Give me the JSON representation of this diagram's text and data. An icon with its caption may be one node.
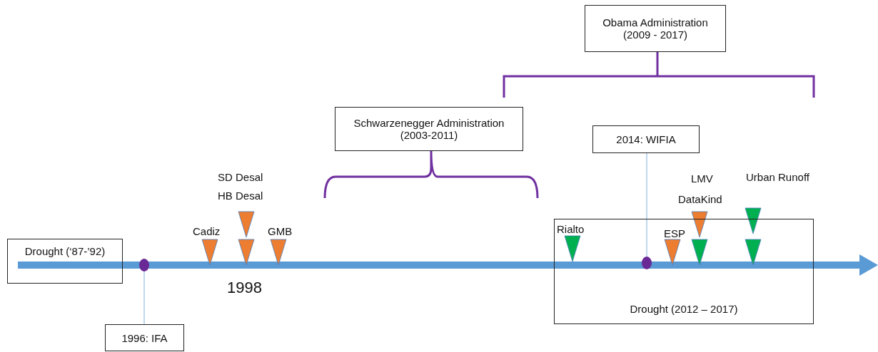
{
  "diagram": {
    "nodes": [
      {
        "text": [
          "Obama Administration (2009 - 2017)"
        ]
      },
      {
        "text": [
          "Schwarzenegger Administration (2003-2011)"
        ]
      },
      {
        "text": [
          "2014: WIFIA"
        ]
      },
      {
        "text": [
          "Drought (‘87-’92)"
        ]
      },
      {
        "text": [],
        "shape": "circle"
      },
      {
        "text": [
          "Drought (2012 – 2017)"
        ]
      },
      {
        "text": [],
        "shape": "circle",
        "in": 5
      },
      {
        "text": [
          "1996: IFA"
        ]
      }
    ],
    "edges": [
      {
        "from": 7,
        "to": 4,
        "arrow": "none"
      },
      {
        "from": 2,
        "to": 6,
        "arrow": "none"
      }
    ],
    "labels": [
      "SD Desal",
      "HB Desal",
      "LMV",
      "Urban Runoff",
      "DataKind",
      "Cadiz",
      "GMB",
      "Rialto",
      "ESP",
      "1998"
    ]
  }
}
